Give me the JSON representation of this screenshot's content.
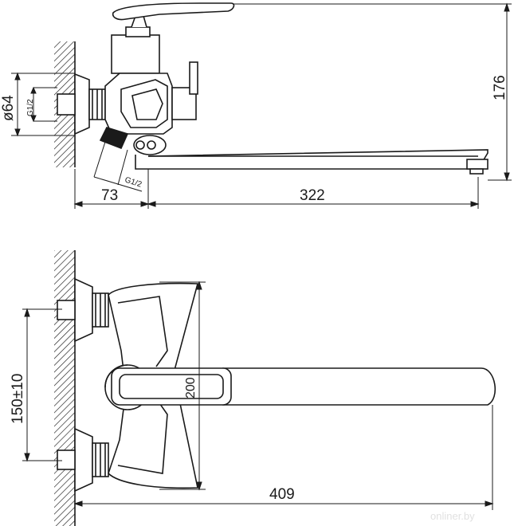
{
  "dimensions": {
    "diameter": "ø64",
    "thread_inlet": "G1/2",
    "thread_outlet": "G1/2",
    "height": "176",
    "offset": "73",
    "spout_reach": "322",
    "centers": "150±10",
    "body_height": "200",
    "total_length": "409"
  },
  "watermark": "onliner.by",
  "colors": {
    "line": "#1a1a1a",
    "wall": "#1a1a1a",
    "background": "#ffffff"
  }
}
